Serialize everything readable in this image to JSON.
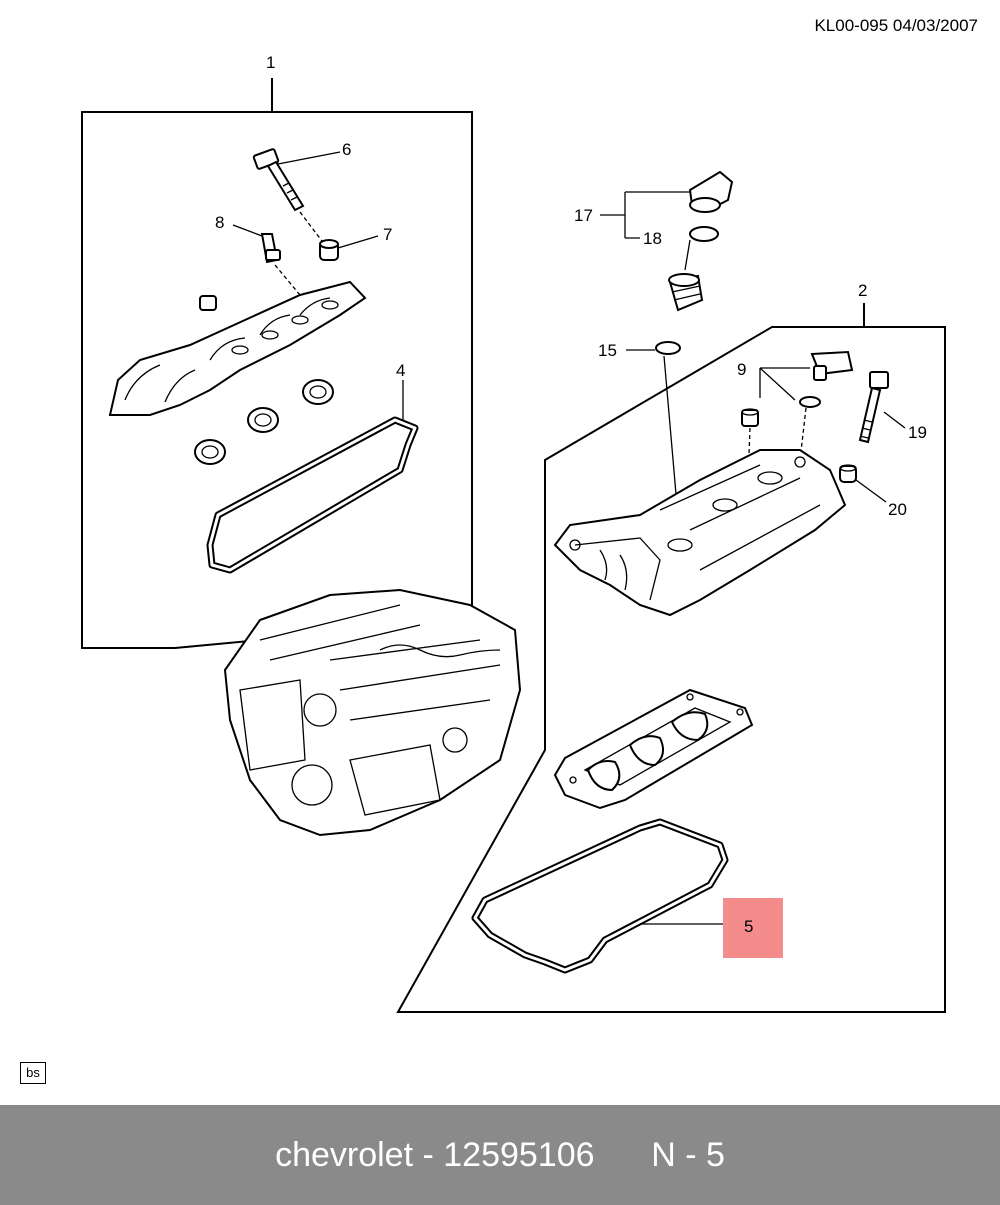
{
  "header": {
    "code": "KL00-095  04/03/2007"
  },
  "corner_tag": "bs",
  "callouts": {
    "c1": "1",
    "c2": "2",
    "c4": "4",
    "c5": "5",
    "c6": "6",
    "c7": "7",
    "c8": "8",
    "c9": "9",
    "c15": "15",
    "c17": "17",
    "c18": "18",
    "c19": "19",
    "c20": "20"
  },
  "highlight_color": "#f48c8c",
  "footer": {
    "brand": "chevrolet",
    "part_number": "12595106",
    "position": "N - 5"
  }
}
